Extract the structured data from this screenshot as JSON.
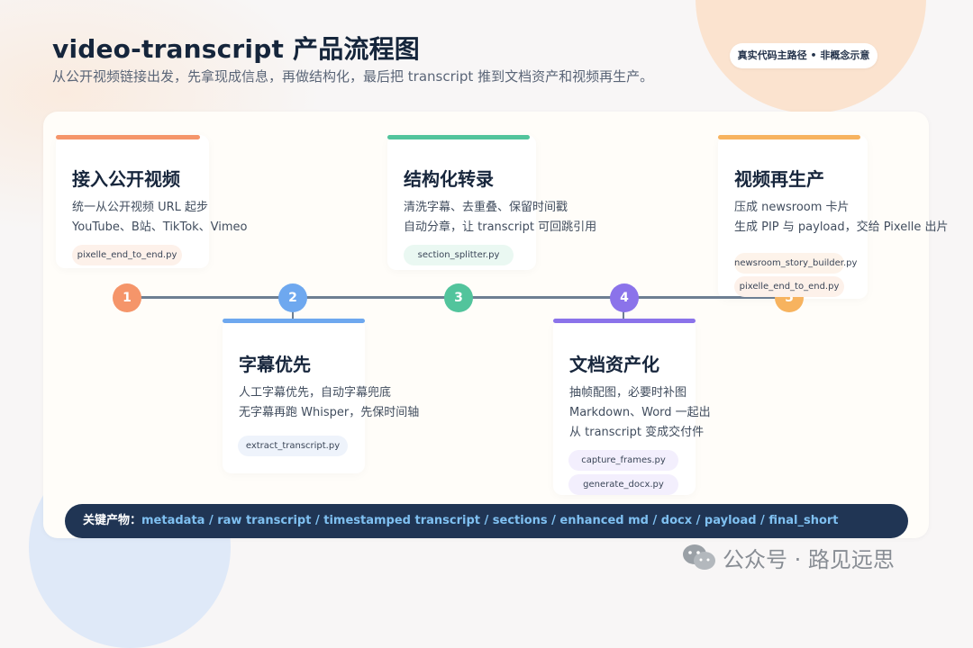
{
  "header": {
    "title": "video-transcript 产品流程图",
    "subtitle": "从公开视频链接出发，先拿现成信息，再做结构化，最后把 transcript 推到文档资产和视频再生产。",
    "badge": "真实代码主路径 • 非概念示意"
  },
  "steps": [
    {
      "number": "1",
      "title": "接入公开视频",
      "lines": [
        "统一从公开视频 URL 起步",
        "YouTube、B站、TikTok、Vimeo"
      ],
      "chips": [
        "pixelle_end_to_end.py"
      ],
      "color": "#f5956a"
    },
    {
      "number": "2",
      "title": "字幕优先",
      "lines": [
        "人工字幕优先，自动字幕兜底",
        "无字幕再跑 Whisper，先保时间轴"
      ],
      "chips": [
        "extract_transcript.py"
      ],
      "color": "#6ea8ef"
    },
    {
      "number": "3",
      "title": "结构化转录",
      "lines": [
        "清洗字幕、去重叠、保留时间戳",
        "自动分章，让 transcript 可回跳引用"
      ],
      "chips": [
        "section_splitter.py"
      ],
      "color": "#52c49c"
    },
    {
      "number": "4",
      "title": "文档资产化",
      "lines": [
        "抽帧配图，必要时补图",
        "Markdown、Word 一起出",
        "从 transcript 变成交付件"
      ],
      "chips": [
        "capture_frames.py",
        "generate_docx.py"
      ],
      "color": "#8b73ea"
    },
    {
      "number": "5",
      "title": "视频再生产",
      "lines": [
        "压成 newsroom 卡片",
        "生成 PIP 与 payload，交给 Pixelle 出片"
      ],
      "chips": [
        "newsroom_story_builder.py",
        "pixelle_end_to_end.py"
      ],
      "color": "#f7b35f"
    }
  ],
  "bottom_bar": {
    "label": "关键产物：",
    "value": "metadata / raw transcript / timestamped transcript / sections / enhanced md / docx / payload / final_short"
  },
  "watermark": {
    "text": "公众号 · 路见远思",
    "icon": "wechat-icon"
  }
}
